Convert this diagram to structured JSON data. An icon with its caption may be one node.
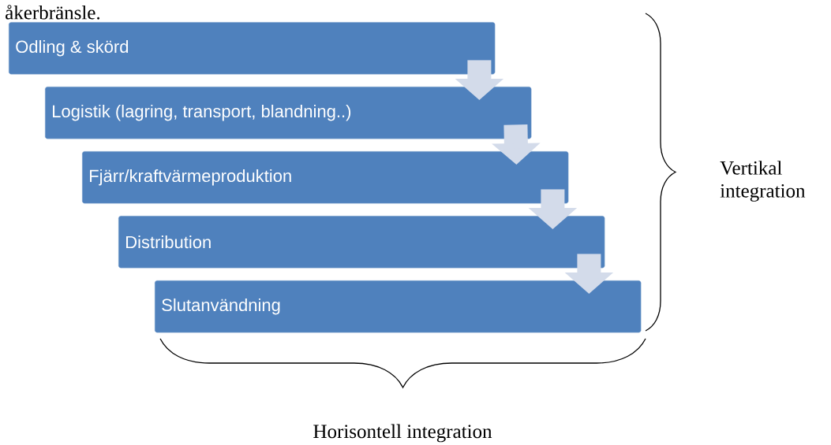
{
  "diagram": {
    "nodes": [
      {
        "text": [
          "Odling & skörd"
        ]
      },
      {
        "text": [
          "Logistik (lagring, transport, blandning..)"
        ]
      },
      {
        "text": [
          "Fjärr/kraftvärmeproduktion"
        ]
      },
      {
        "text": [
          "Distribution"
        ]
      },
      {
        "text": [
          "Slutanvändning"
        ]
      }
    ],
    "edges": [
      {
        "from": 0,
        "to": 1,
        "arrow": "to"
      },
      {
        "from": 1,
        "to": 2,
        "arrow": "to"
      },
      {
        "from": 2,
        "to": 3,
        "arrow": "to"
      },
      {
        "from": 3,
        "to": 4,
        "arrow": "to"
      }
    ],
    "labels": [
      "åkerbränsle.",
      "Vertikal integration",
      "Horisontell integration"
    ]
  }
}
